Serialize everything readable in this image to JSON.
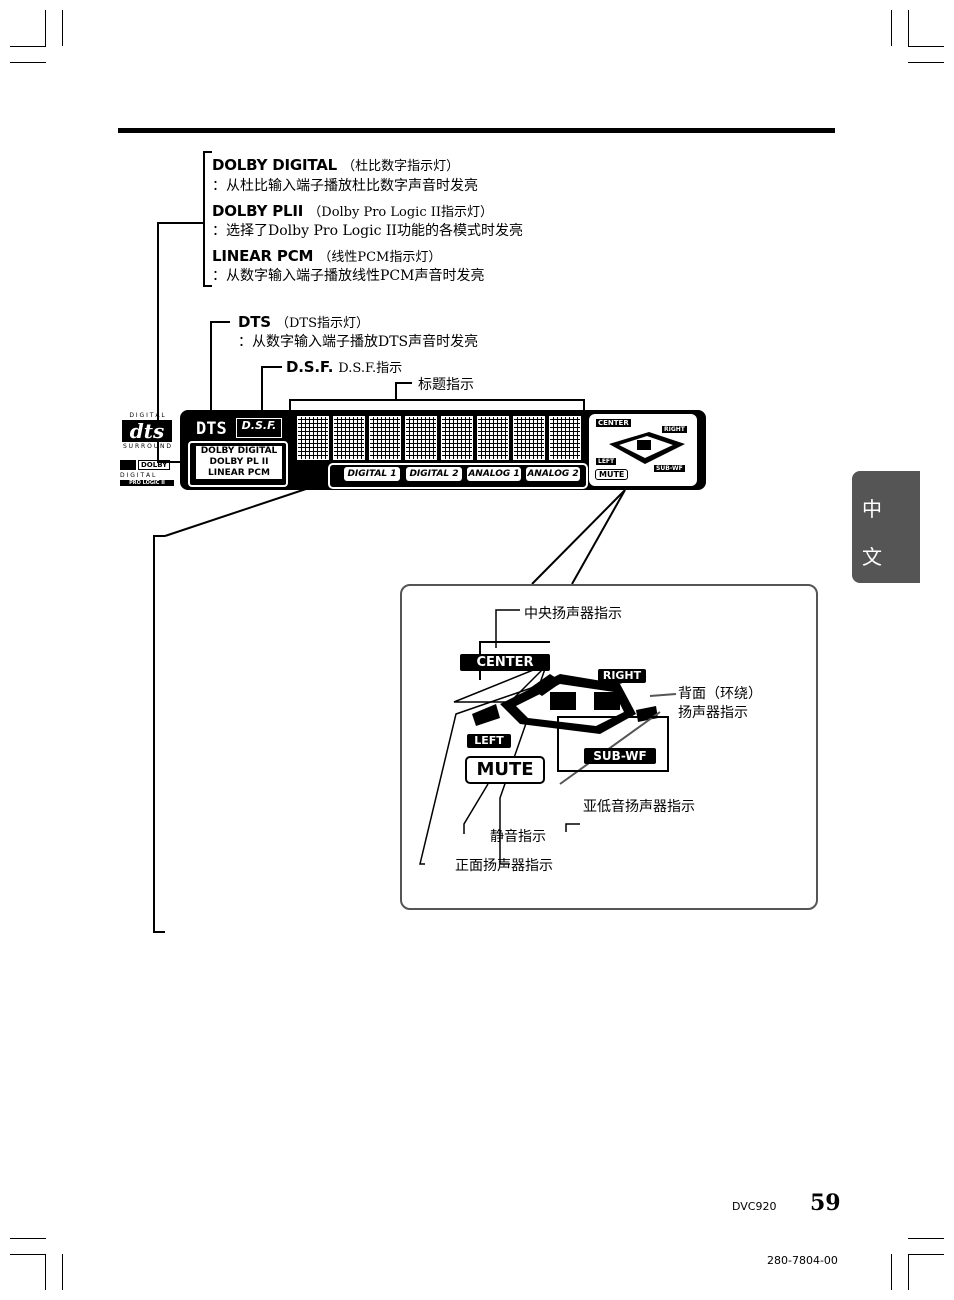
{
  "dolby_digital": {
    "title": "DOLBY DIGITAL",
    "paren": "（杜比数字指示灯）",
    "desc": "：从杜比输入端子播放杜比数字声音时发亮"
  },
  "dolby_plii": {
    "title": "DOLBY PLII",
    "paren": "（Dolby Pro Logic II指示灯）",
    "desc": "：选择了Dolby Pro Logic II功能的各模式时发亮"
  },
  "linear_pcm": {
    "title": "LINEAR PCM",
    "paren": "（线性PCM指示灯）",
    "desc": "：从数字输入端子播放线性PCM声音时发亮"
  },
  "dts": {
    "title": "DTS",
    "paren": "（DTS指示灯）",
    "desc": "：从数字输入端子播放DTS声音时发亮"
  },
  "dsf": {
    "title": "D.S.F.",
    "paren": "D.S.F.指示"
  },
  "title_indicator": "标题指示",
  "display_panel": {
    "dts_label": "DTS",
    "dsf_label": "D.S.F.",
    "dolby_rows": [
      "DOLBY DIGITAL",
      "DOLBY PL II",
      "LINEAR PCM"
    ],
    "sources": [
      "DIGITAL 1",
      "DIGITAL 2",
      "ANALOG 1",
      "ANALOG 2"
    ],
    "speaker_labels": {
      "center": "CENTER",
      "right": "RIGHT",
      "left": "LEFT",
      "subwf": "SUB-WF",
      "mute": "MUTE"
    }
  },
  "logos": {
    "dts_top": "D I G I T A L",
    "dts_mark": "dts",
    "dts_bottom": "S U R R O U N D",
    "dolby_mark": "DOLBY",
    "dolby_line1": "D I G I T A L",
    "dolby_line2": "PRO LOGIC II"
  },
  "zoom": {
    "center_label": "中央扬声器指示",
    "surround_label_line1": "背面（环绕）",
    "surround_label_line2": "扬声器指示",
    "subwoofer_label": "亚低音扬声器指示",
    "mute_label": "静音指示",
    "front_label": "正面扬声器指示",
    "tags": {
      "center": "CENTER",
      "right": "RIGHT",
      "left": "LEFT",
      "subwf": "SUB-WF",
      "mute": "MUTE"
    }
  },
  "side_tab": {
    "char1": "中",
    "char2": "文"
  },
  "footer": {
    "model": "DVC920",
    "page": "59",
    "code": "280-7804-00"
  }
}
